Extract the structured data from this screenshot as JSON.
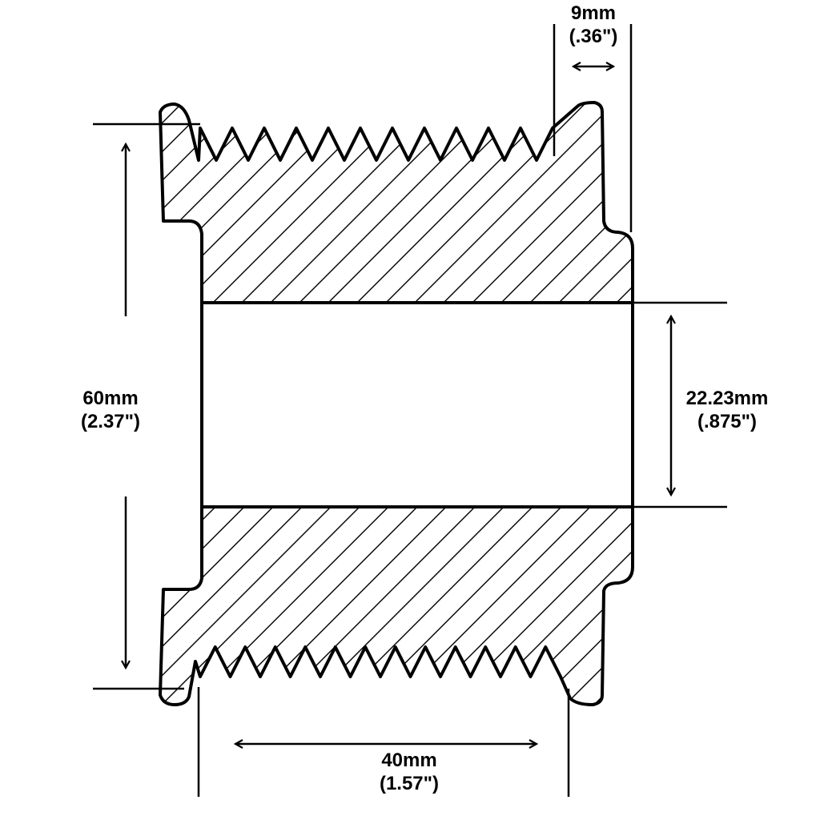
{
  "diagram": {
    "colors": {
      "ink": "#000000",
      "hatch": "#000000",
      "background": "#ffffff"
    },
    "dimensions": {
      "outer_diameter": {
        "metric": "60mm",
        "imperial": "(2.37\")"
      },
      "bore_diameter": {
        "metric": "22.23mm",
        "imperial": "(.875\")"
      },
      "groove_width": {
        "metric": "40mm",
        "imperial": "(1.57\")"
      },
      "flange_offset": {
        "metric": "9mm",
        "imperial": "(.36\")"
      }
    }
  }
}
